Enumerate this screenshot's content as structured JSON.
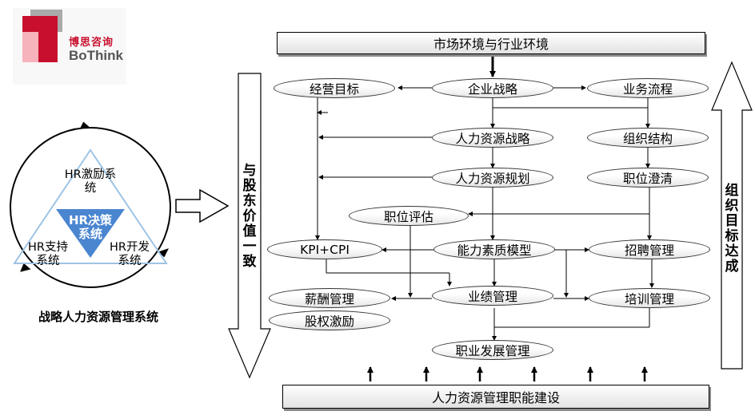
{
  "logo": {
    "cn": "博思咨询",
    "en": "BoThink"
  },
  "left_cycle": {
    "title": "战略人力资源管理系统",
    "center": "HR决策系统",
    "top": "HR激励系统",
    "left": "HR支持系统",
    "right": "HR开发系统"
  },
  "bars": {
    "top": "市场环境与行业环境",
    "bottom": "人力资源管理职能建设"
  },
  "vertical_arrows": {
    "left": "与股东价值一致",
    "right": "组织目标达成"
  },
  "nodes": {
    "jingying": "经营目标",
    "qiye": "企业战略",
    "yewu": "业务流程",
    "rlzl": "人力资源战略",
    "zuzhi": "组织结构",
    "rlgh": "人力资源规划",
    "zhiwei_dq": "职位澄清",
    "zhiwei_pg": "职位评估",
    "kpi": "KPI+CPI",
    "nengli": "能力素质模型",
    "zhaopin": "招聘管理",
    "xinchou": "薪酬管理",
    "yeji": "业绩管理",
    "peixun": "培训管理",
    "guquan": "股权激励",
    "zhiye": "职业发展管理"
  }
}
